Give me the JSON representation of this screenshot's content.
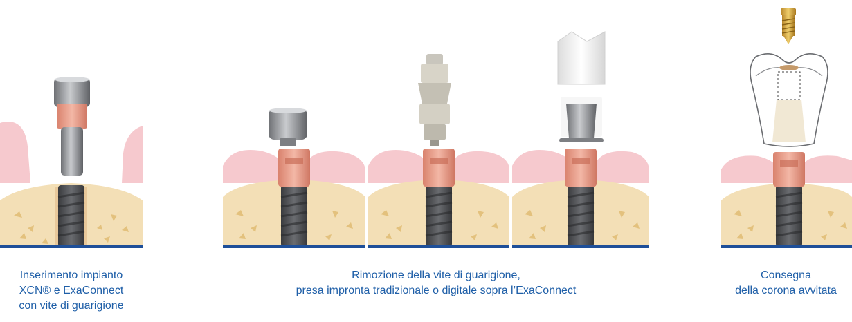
{
  "colors": {
    "caption_text": "#1f5fa8",
    "gum": "#f6c9ce",
    "bone": "#f3dfb6",
    "bone_chip": "#e3c17d",
    "baseline": "#1e4f99",
    "implant": "#4d4f52",
    "abutment_copper": "#e59a86",
    "metal": "#9a9ca0"
  },
  "captions": {
    "step1": "Inserimento impianto\nXCN® e ExaConnect\ncon vite di guarigione",
    "step2": "Rimozione della vite di guarigione,\npresa impronta tradizionale o digitale sopra l’ExaConnect",
    "step3": "Consegna\ndella corona avvitata"
  }
}
